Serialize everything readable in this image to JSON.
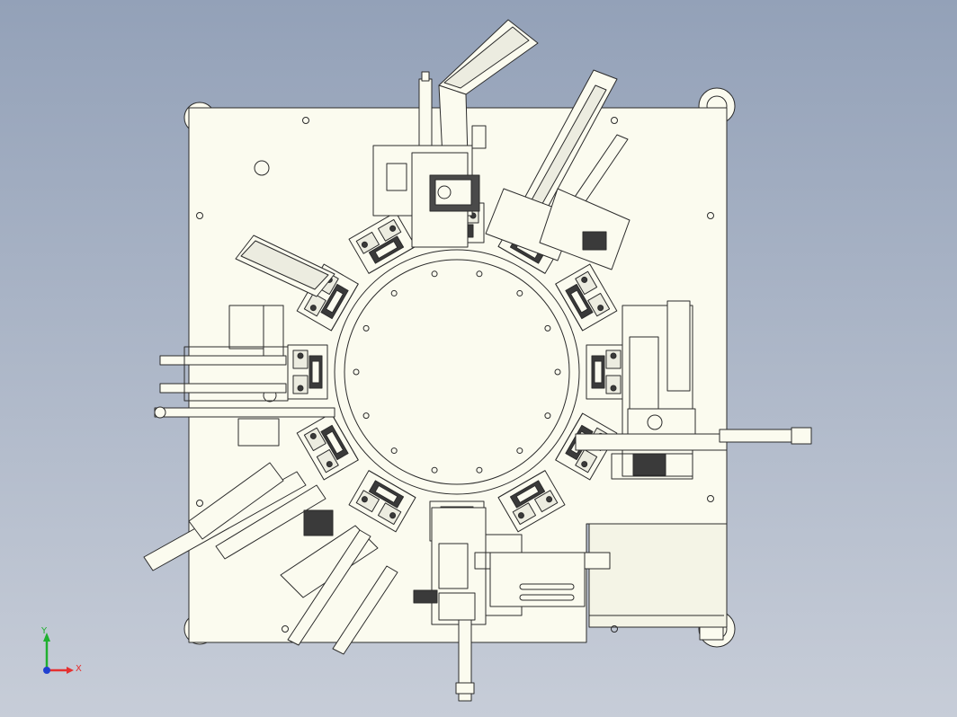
{
  "viewport": {
    "background_top": "#93a1b8",
    "background_bottom": "#c7cdd8",
    "paper_color": "#fbfbef",
    "line_color": "#2b2b2b",
    "shade_color": "#c9c9b8",
    "triad_colors": {
      "x": "#e53030",
      "y": "#20b030",
      "z": "#2040d0"
    }
  },
  "triad": {
    "x_label": "X",
    "y_label": "Y"
  },
  "model": {
    "description_icon": "rotary-indexing-assembly-machine",
    "station_count": 12,
    "turntable_bolt_holes": 14
  }
}
